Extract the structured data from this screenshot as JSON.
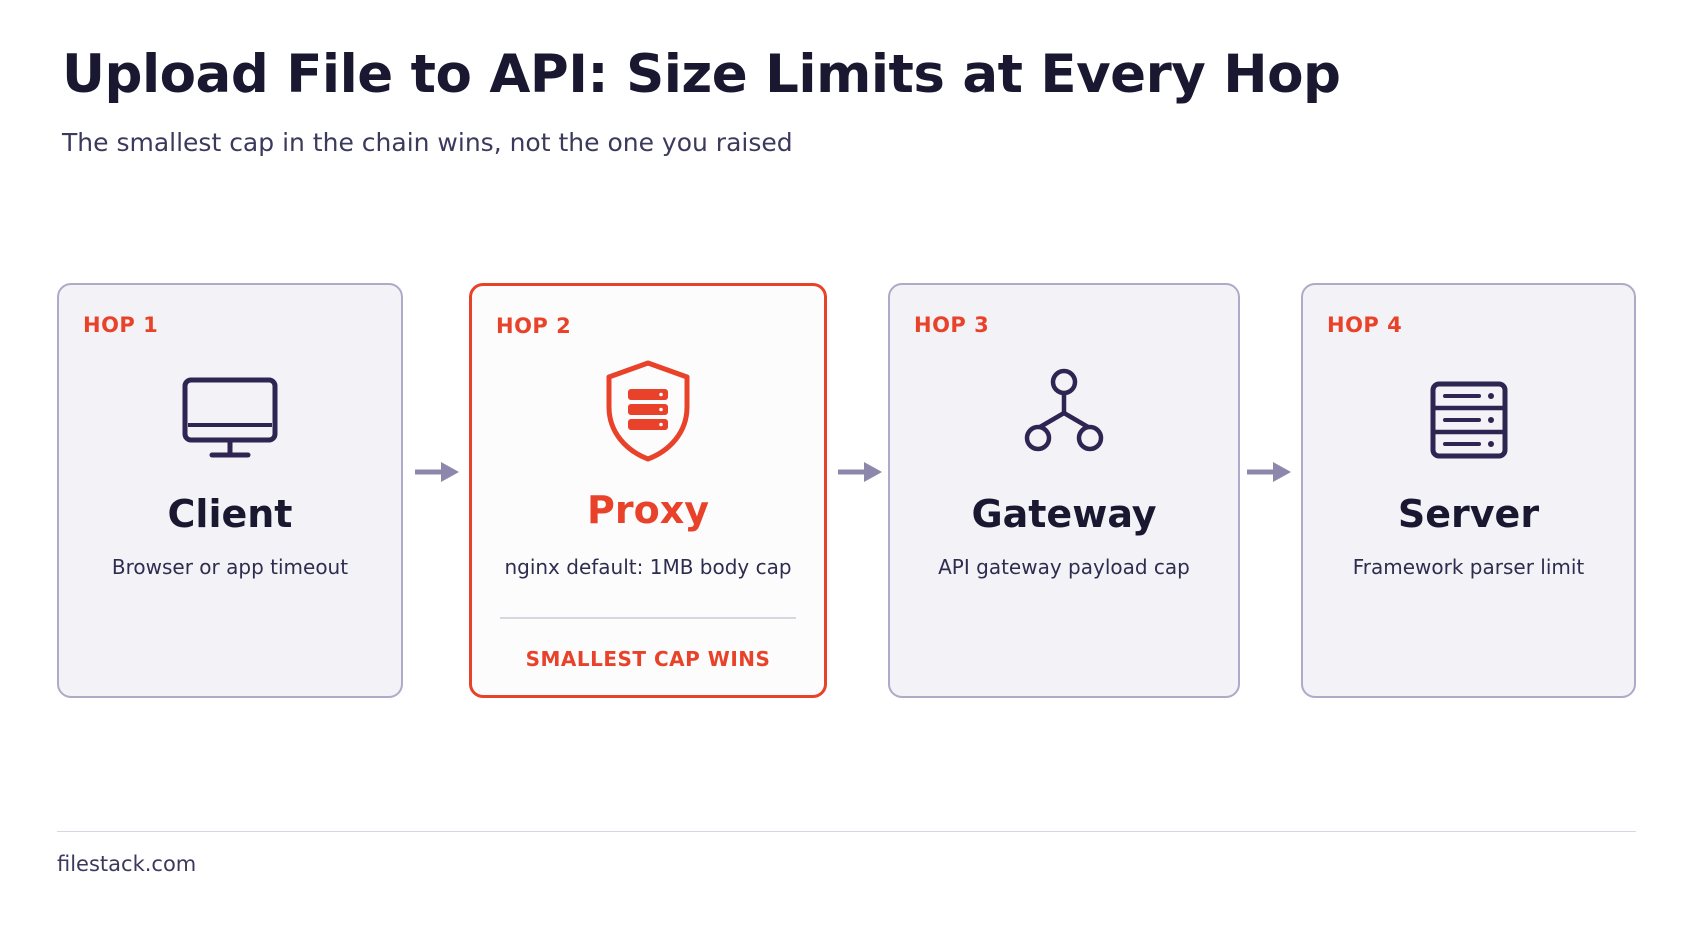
{
  "header": {
    "title": "Upload File to API: Size Limits at Every Hop",
    "subtitle": "The smallest cap in the chain wins, not the one you raised"
  },
  "hops": [
    {
      "tag": "HOP 1",
      "name": "Client",
      "desc": "Browser or app timeout",
      "icon": "monitor-icon"
    },
    {
      "tag": "HOP 2",
      "name": "Proxy",
      "desc": "nginx default: 1MB body cap",
      "icon": "shield-server-icon",
      "callout": "SMALLEST CAP WINS",
      "highlighted": true
    },
    {
      "tag": "HOP 3",
      "name": "Gateway",
      "desc": "API gateway payload cap",
      "icon": "network-nodes-icon"
    },
    {
      "tag": "HOP 4",
      "name": "Server",
      "desc": "Framework parser limit",
      "icon": "server-rack-icon"
    }
  ],
  "footer": {
    "source": "filestack.com"
  },
  "colors": {
    "accent": "#e8432a",
    "icon": "#2e2552",
    "arrow": "#8d88ab",
    "card_bg": "#f3f2f7",
    "card_border": "#aeaac8"
  }
}
